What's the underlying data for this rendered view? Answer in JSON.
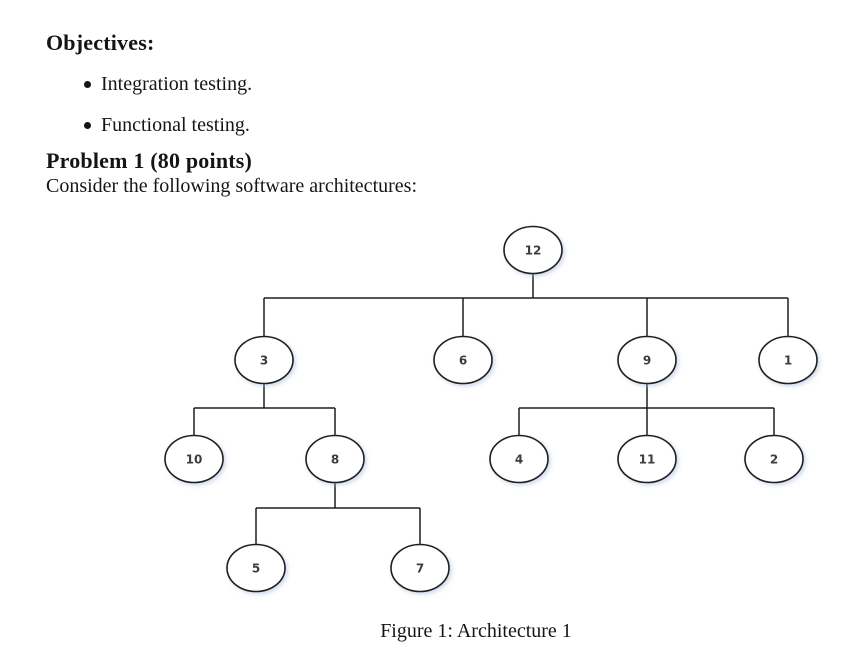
{
  "document": {
    "objectives_heading": "Objectives:",
    "bullets": [
      "Integration testing.",
      "Functional testing."
    ],
    "problem_heading": "Problem 1 (80 points)",
    "intro": "Consider the following software architectures:"
  },
  "figure": {
    "caption": "Figure 1: Architecture 1",
    "type": "tree-diagram",
    "nodes": [
      "12",
      "3",
      "6",
      "9",
      "1",
      "10",
      "8",
      "4",
      "11",
      "2",
      "5",
      "7"
    ],
    "structure": {
      "12": [
        "3",
        "6",
        "9",
        "1"
      ],
      "3": [
        "10",
        "8"
      ],
      "9": [
        "4",
        "11",
        "2"
      ],
      "8": [
        "5",
        "7"
      ]
    },
    "colors": {
      "line": "#1f1f1f",
      "node_fill": "#ffffff",
      "node_text": "#3d3d3d",
      "shadow": "rgba(168,188,224,0.55)"
    }
  }
}
